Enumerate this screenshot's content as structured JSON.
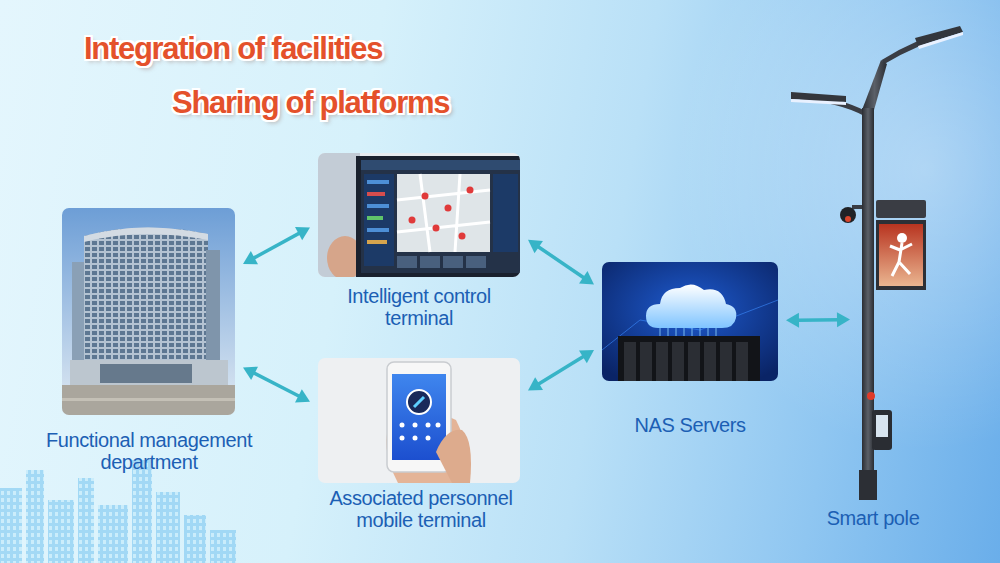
{
  "diagram": {
    "title": "Integration of facilities",
    "nodes": [
      {
        "text": [
          "Functional management department"
        ]
      },
      {
        "text": [
          "Intelligent control terminal"
        ]
      },
      {
        "text": [
          "Associated personnel mobile terminal"
        ]
      },
      {
        "text": [
          "NAS Servers"
        ]
      },
      {
        "text": [
          "Smart pole"
        ]
      }
    ],
    "edges": [
      {
        "from": 0,
        "to": 1,
        "arrow": "both"
      },
      {
        "from": 0,
        "to": 2,
        "arrow": "both"
      },
      {
        "from": 1,
        "to": 3,
        "arrow": "both"
      },
      {
        "from": 2,
        "to": 3,
        "arrow": "both"
      },
      {
        "from": 3,
        "to": 4,
        "arrow": "both"
      }
    ],
    "labels": [
      "Sharing of platforms"
    ]
  }
}
